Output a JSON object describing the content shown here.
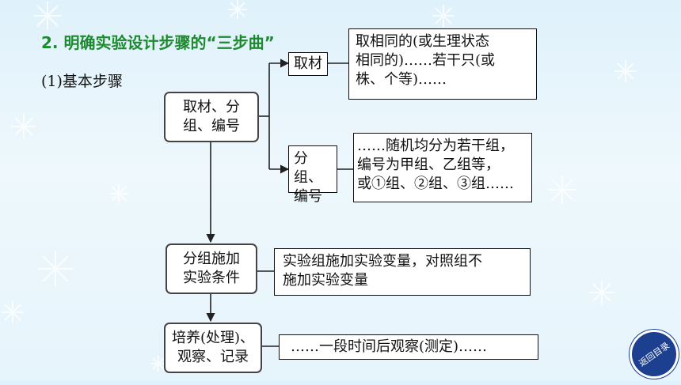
{
  "header": {
    "title": "2. 明确实验设计步骤的“三步曲”",
    "subtitle": "(1)基本步骤"
  },
  "flow": {
    "step1": "取材、分\n组、编号",
    "step2": "分组施加\n实验条件",
    "step3": "培养(处理)、\n观察、记录",
    "branch_material": "取材",
    "branch_grouping": "分组、\n编号",
    "note_material": "取相同的(或生理状态\n相同的)……若干只(或\n株、个等)……",
    "note_grouping": "……随机均分为若干组，\n编号为甲组、乙组等，\n或①组、②组、③组……",
    "note_conditions": "实验组施加实验变量，对照组不\n施加实验变量",
    "note_observe": "……一段时间后观察(测定)……"
  },
  "footer": {
    "back_label": "返回目录"
  },
  "colors": {
    "heading": "#1e8a2f",
    "back_button": "#1c3f8f",
    "background": "#e4f4fb"
  }
}
